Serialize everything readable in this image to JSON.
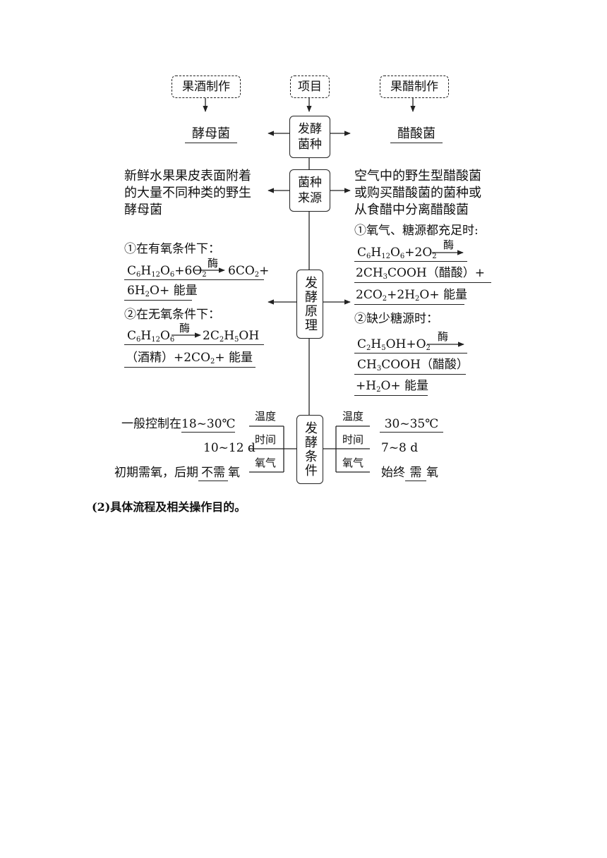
{
  "top": {
    "left": "果酒制作",
    "center": "项目",
    "right": "果醋制作"
  },
  "center_boxes": {
    "strain": [
      "发酵",
      "菌种"
    ],
    "source": [
      "菌种",
      "来源"
    ],
    "principle": "发酵原理",
    "condition": "发酵条件"
  },
  "strain": {
    "left": "酵母菌",
    "right": "醋酸菌"
  },
  "source": {
    "left": [
      "新鲜水果果皮表面附着",
      "的大量不同种类的野生",
      "酵母菌"
    ],
    "right": [
      "空气中的野生型醋酸菌",
      "或购买醋酸菌的菌种或",
      "从食醋中分离醋酸菌"
    ]
  },
  "principle": {
    "left": {
      "aerobic_title": "①在有氧条件下：",
      "eq1_a": "C6H12O6+6O2",
      "eq1_enzyme": "酶",
      "eq1_b": "6CO2+",
      "eq1_c": "6H2O+ 能量",
      "anaerobic_title": "②在无氧条件下：",
      "eq2_a": "C6H12O6",
      "eq2_enzyme": "酶",
      "eq2_b": "2C2H5OH",
      "eq2_c": "（酒精）+2CO2+ 能量"
    },
    "right": {
      "full_title": "①氧气、糖源都充足时:",
      "eq1_a": "C6H12O6+2O2",
      "eq1_enzyme": "酶",
      "eq1_b": "2CH3COOH（醋酸）+",
      "eq1_c": "2CO2+2H2O+ 能量",
      "lack_title": "②缺少糖源时：",
      "eq2_a": "C2H5OH+O2",
      "eq2_enzyme": "酶",
      "eq2_b": "CH3COOH（醋酸）",
      "eq2_c": "+H2O+ 能量"
    }
  },
  "conditions": {
    "labels": {
      "temp": "温度",
      "time": "时间",
      "oxygen": "氧气"
    },
    "left": {
      "temp_prefix": "一般控制在",
      "temp_value": "18~30℃",
      "time_value": "10~12 d",
      "oxygen_prefix": "初期需氧，后期",
      "oxygen_value": "不需",
      "oxygen_suffix": "氧"
    },
    "right": {
      "temp_value": "30~35℃",
      "time_value": "7~8 d",
      "oxygen_prefix": "始终",
      "oxygen_value": "需",
      "oxygen_suffix": "氧"
    }
  },
  "footer": "(2)具体流程及相关操作目的。"
}
